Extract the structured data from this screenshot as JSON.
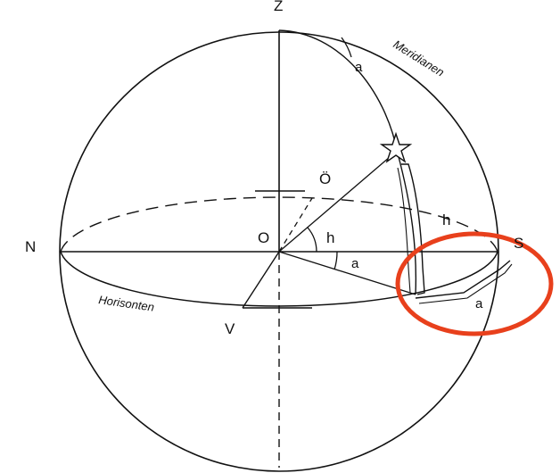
{
  "labels": {
    "zenith": "Z",
    "north": "N",
    "south": "S",
    "west": "V",
    "origin": "O",
    "east": "Ö",
    "altitude_center": "h",
    "altitude_side": "h",
    "azimuth_top": "a",
    "azimuth_center": "a",
    "azimuth_bottom": "a",
    "meridian": "Meridianen",
    "horizon": "Horisonten"
  },
  "colors": {
    "line": "#111111",
    "highlight": "#e8401c",
    "background": "#ffffff"
  },
  "icons": {
    "star": "star-icon"
  }
}
